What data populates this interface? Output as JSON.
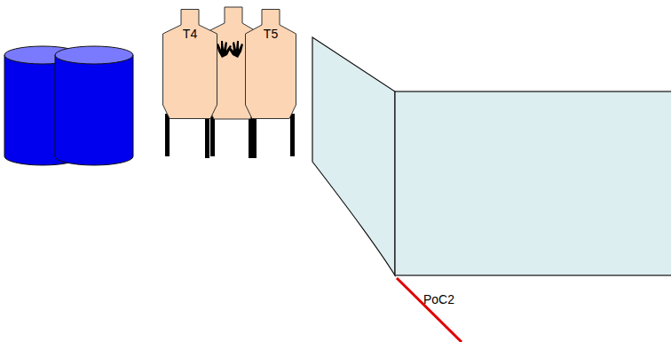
{
  "diagram": {
    "nodes": [
      {
        "text": [
          "T4"
        ]
      },
      {
        "text": [
          "T5"
        ]
      }
    ],
    "labels": [
      "PoC2"
    ]
  }
}
